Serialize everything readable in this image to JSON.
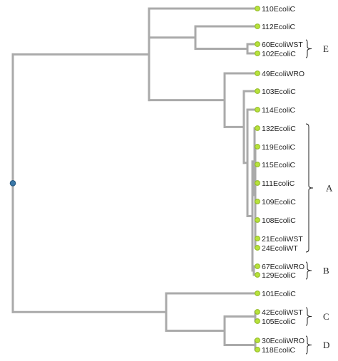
{
  "tree": {
    "leaves": [
      "110EcoliC",
      "112EcoliC",
      "60EcoliWST",
      "102EcoliC",
      "49EcoliWRO",
      "103EcoliC",
      "114EcoliC",
      "132EcoliC",
      "119EcoliC",
      "115EcoliC",
      "111EcoliC",
      "109EcoliC",
      "108EcoliC",
      "21EcoliWST",
      "24EcoliWT",
      "67EcoliWRO",
      "129EcoliC",
      "101EcoliC",
      "42EcoliWST",
      "105EcoliC",
      "30EcoliWRO",
      "118EcoliC"
    ],
    "groups": [
      {
        "label": "E",
        "first": 2,
        "last": 3
      },
      {
        "label": "A",
        "first": 7,
        "last": 14
      },
      {
        "label": "B",
        "first": 15,
        "last": 16
      },
      {
        "label": "C",
        "first": 18,
        "last": 19
      },
      {
        "label": "D",
        "first": 20,
        "last": 21
      }
    ],
    "colors": {
      "branch": "#aaaaaa",
      "leaf_node": "#b7e23b",
      "root_node": "#3a78a8"
    }
  }
}
